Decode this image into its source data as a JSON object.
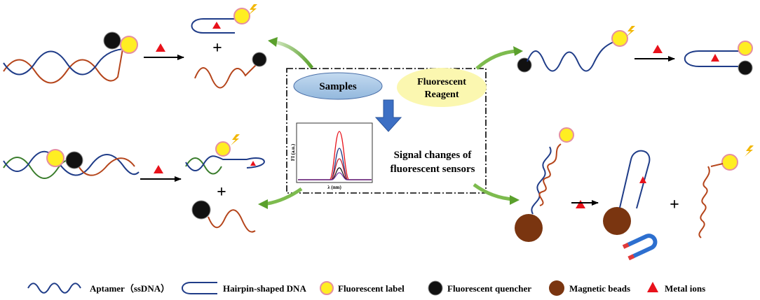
{
  "center": {
    "samples": "Samples",
    "reagent_line1": "Fluorescent",
    "reagent_line2": "Reagent",
    "signal_line1": "Signal changes of",
    "signal_line2": "fluorescent sensors",
    "y_axis": "FI (a.u.)",
    "x_axis": "λ (nm)"
  },
  "legend": {
    "aptamer": "Aptamer（ssDNA）",
    "hairpin": "Hairpin-shaped DNA",
    "fluor": "Fluorescent label",
    "quencher": "Fluorescent quencher",
    "beads": "Magnetic beads",
    "ions": "Metal ions"
  },
  "symbols": {
    "plus": "+"
  },
  "colors": {
    "aptamer": "#1f3c88",
    "complement": "#b5451b",
    "green_strand": "#3a7d2c",
    "fluor_fill": "#ffee22",
    "fluor_ring": "#e58fa0",
    "quencher": "#111111",
    "bead": "#7a3510",
    "ion": "#e8121b",
    "arrow_blue": "#3c6fc4"
  }
}
